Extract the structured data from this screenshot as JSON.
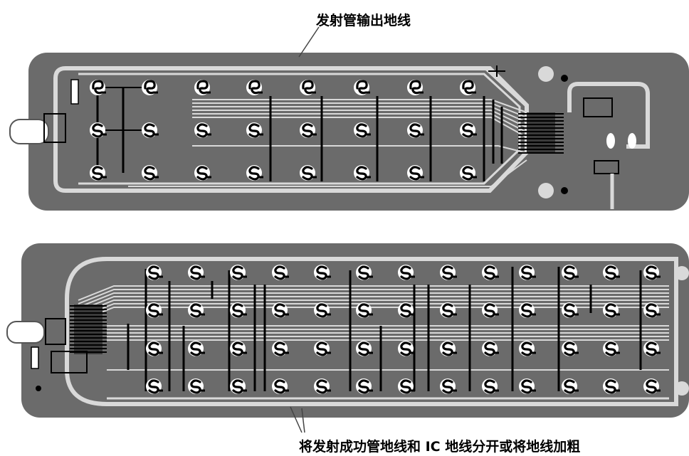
{
  "captions": {
    "top": "发射管输出地线",
    "bottom": "将发射成功管地线和 IC 地线分开或将地线加粗"
  },
  "colors": {
    "board": "#6b6b6b",
    "trace": "#d9d9d9",
    "ink": "#000000",
    "pad": "#ffffff",
    "leader": "#444444"
  },
  "boards": [
    {
      "id": "top-board",
      "grid": {
        "cols": 8,
        "rows": 3
      },
      "icons": "mixed",
      "ic_side": "right",
      "led_side": "left"
    },
    {
      "id": "bottom-board",
      "grid": {
        "cols": 13,
        "rows": 4
      },
      "icons": "s",
      "ic_side": "left",
      "led_side": "left"
    }
  ]
}
